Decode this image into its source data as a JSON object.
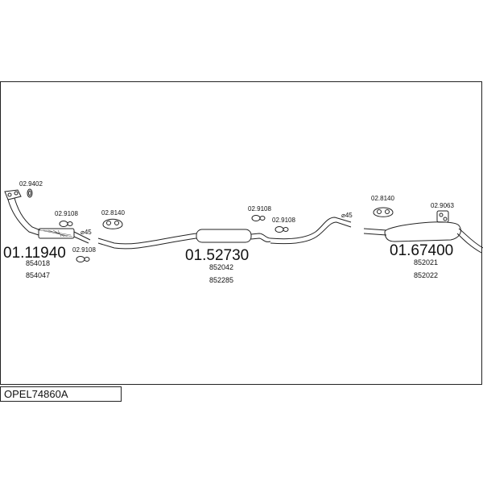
{
  "diagram_code": "OPEL74860A",
  "parts": {
    "front_pipe": {
      "number": "01.11940",
      "refs": [
        "854018",
        "854047"
      ]
    },
    "center_silencer": {
      "number": "01.52730",
      "refs": [
        "852042",
        "852285"
      ]
    },
    "rear_silencer": {
      "number": "01.67400",
      "refs": [
        "852021",
        "852022"
      ]
    }
  },
  "accessories": {
    "gasket_front": "02.9402",
    "clamp_1": "02.9108",
    "clamp_2": "02.9108",
    "mount_1": "02.8140",
    "clamp_3": "02.9108",
    "clamp_4": "02.9108",
    "mount_2": "02.8140",
    "mount_3": "02.9063"
  },
  "diameters": {
    "front": "⌀45",
    "rear": "⌀45"
  }
}
